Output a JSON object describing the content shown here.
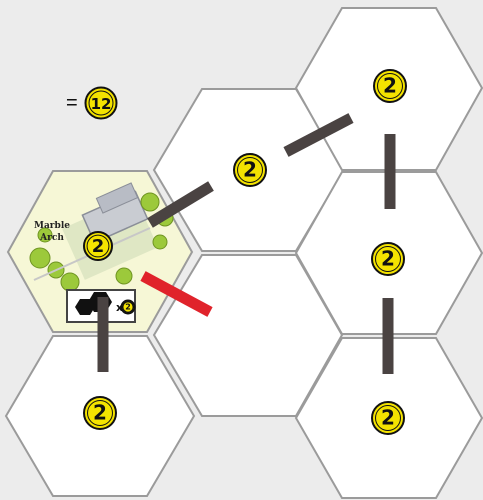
{
  "score": {
    "equals": "=",
    "total": "12"
  },
  "colors": {
    "background": "#ececec",
    "hex_fill": "#ffffff",
    "hex_stroke": "#9b9b9b",
    "coin_fill": "#f4e300",
    "coin_ring": "#111111",
    "road": "#4a4342",
    "highlight_road": "#e0232b",
    "scenery_fill": "#f6f7d6"
  },
  "tiles": [
    {
      "id": "tile-left-bottom",
      "value": "2"
    },
    {
      "id": "tile-center-top",
      "value": "2"
    },
    {
      "id": "tile-center-mid",
      "value": ""
    },
    {
      "id": "tile-right-top",
      "value": "2"
    },
    {
      "id": "tile-right-mid",
      "value": "2"
    },
    {
      "id": "tile-right-bottom",
      "value": "2"
    }
  ],
  "landmark": {
    "name": "Marble Arch",
    "value": "2",
    "badge_value": "2"
  }
}
